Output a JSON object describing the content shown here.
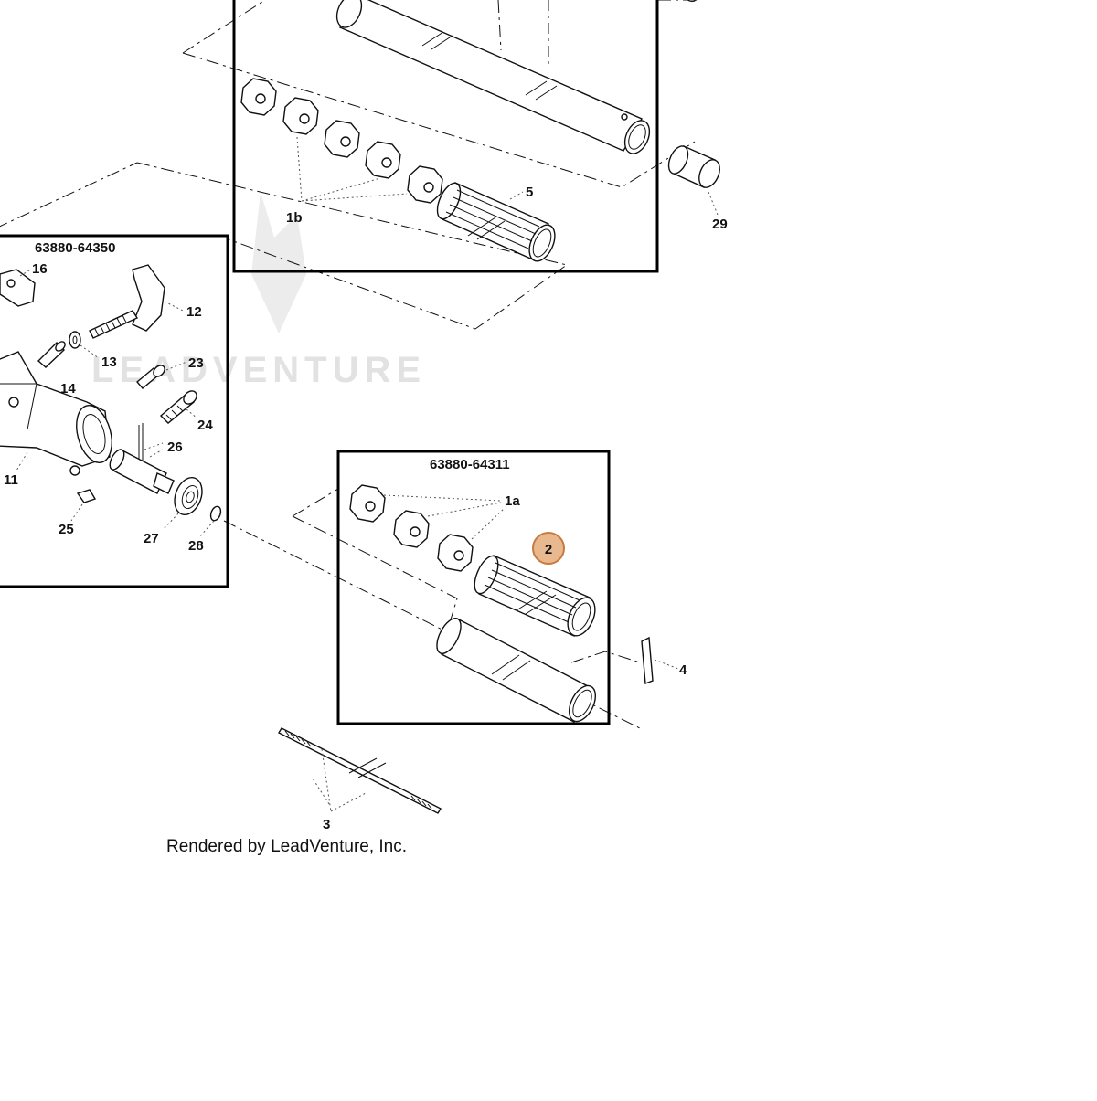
{
  "diagram": {
    "kits": {
      "upper_left": "63880-64350",
      "middle": "63880-64311"
    },
    "callouts": {
      "c1b": "1b",
      "c5": "5",
      "c29": "29",
      "c16": "16",
      "c12": "12",
      "c13": "13",
      "c23": "23",
      "c14": "14",
      "c24": "24",
      "c26": "26",
      "c11": "11",
      "c25": "25",
      "c27": "27",
      "c28": "28",
      "c1a": "1a",
      "c2": "2",
      "c4": "4",
      "c3": "3"
    },
    "highlight": {
      "label": "2",
      "color": "#e8b98f",
      "stroke": "#c97a3d"
    },
    "watermark": "LEADVENTURE",
    "footer": "Rendered by LeadVenture, Inc."
  }
}
